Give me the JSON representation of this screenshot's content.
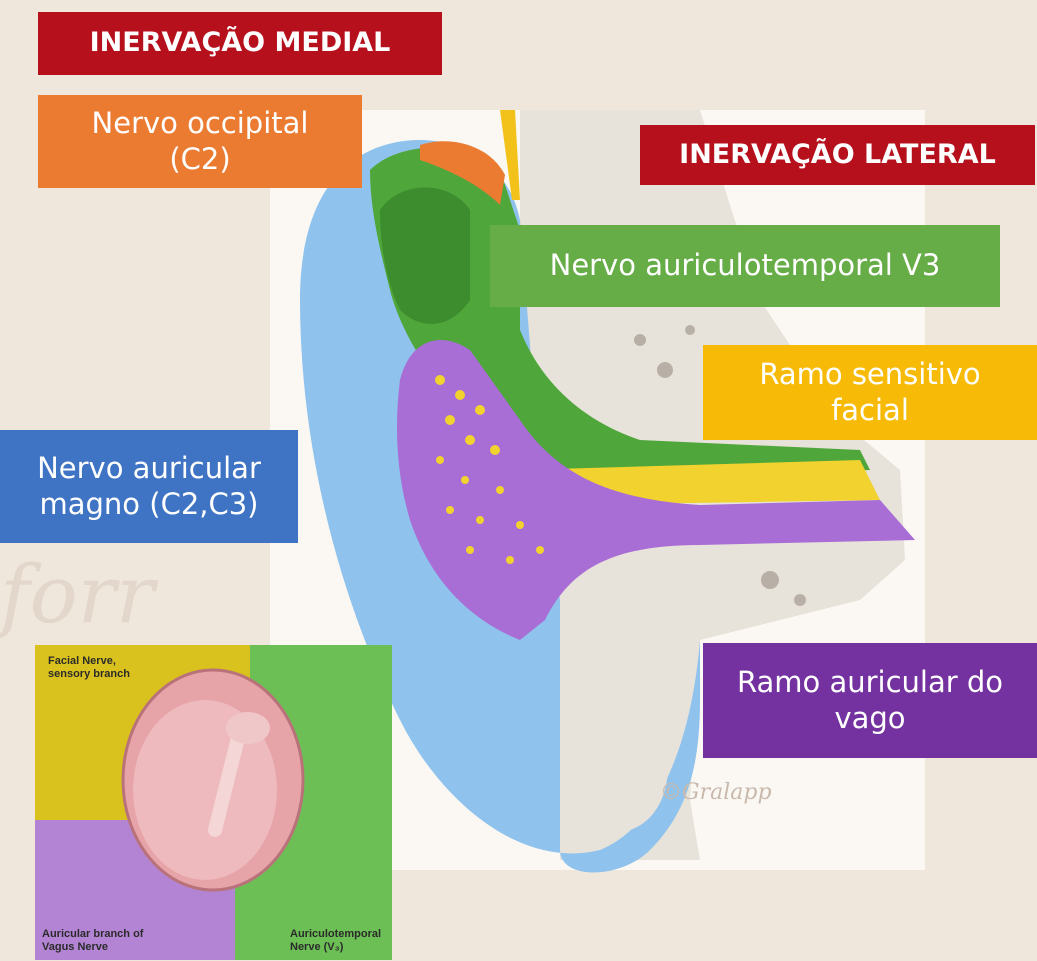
{
  "headings": {
    "medial": "INERVAÇÃO MEDIAL",
    "lateral": "INERVAÇÃO LATERAL"
  },
  "labels": {
    "occipital": [
      "Nervo occipital",
      "(C2)"
    ],
    "auriculotemporal": "Nervo auriculotemporal V3",
    "facial": [
      "Ramo sensitivo",
      "facial"
    ],
    "auricular_magno": [
      "Nervo auricular",
      "magno (C2,C3)"
    ],
    "vago": [
      "Ramo auricular do",
      "vago"
    ]
  },
  "inset": {
    "facial": [
      "Facial Nerve,",
      "sensory branch"
    ],
    "vagus": [
      "Auricular branch of",
      "Vagus Nerve"
    ],
    "auriculotemporal": [
      "Auriculotemporal",
      "Nerve (V₃)"
    ]
  },
  "watermark": "©Gralapp",
  "colors": {
    "red": "#b5101c",
    "orange": "#ec7b32",
    "green": "#66ad47",
    "yellow": "#f7bb07",
    "blue": "#3f73c4",
    "purple": "#7432a0"
  }
}
